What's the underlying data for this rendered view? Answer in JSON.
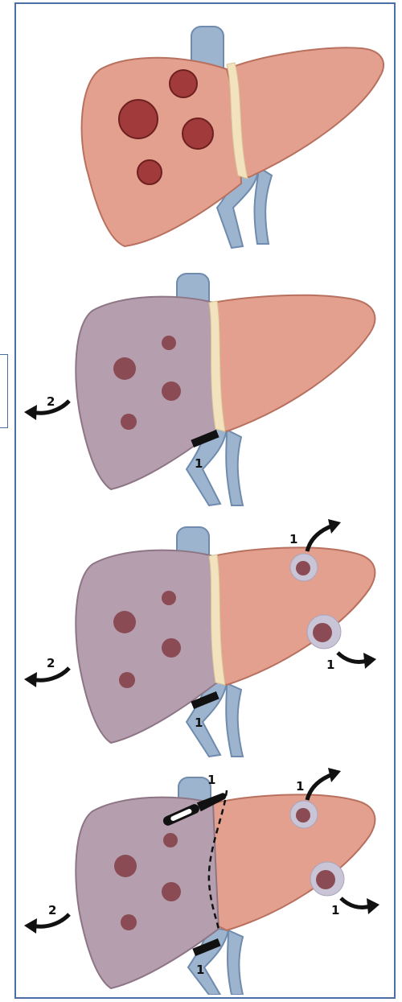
{
  "labels": {
    "p2_clamp": "1",
    "p2_arrow": "2",
    "p3_clamp": "1",
    "p3_arrow_left": "2",
    "p3_top_ablation": "1",
    "p3_bottom_ablation": "1",
    "p4_clamp": "1",
    "p4_arrow_left": "2",
    "p4_top_ablation": "1",
    "p4_bottom_ablation": "1",
    "p4_knife": "1"
  },
  "colors": {
    "frame_border": "#4a6fa5",
    "liver_pink": "#e4a08e",
    "liver_pink_edge": "#b8705f",
    "liver_purple": "#b59fae",
    "liver_purple_edge": "#8d7585",
    "ligament": "#f2e2bd",
    "tumor": "#a13b3b",
    "tumor_dark": "#6e1f1f",
    "small_tumor": "#8a4b55",
    "vessel": "#9db4cf",
    "vessel_edge": "#6f8bad",
    "ablation_halo": "#c9c5d6",
    "black": "#111111"
  },
  "icons": [
    "curved-arrow-icon",
    "clamp-icon",
    "scalpel-icon"
  ]
}
